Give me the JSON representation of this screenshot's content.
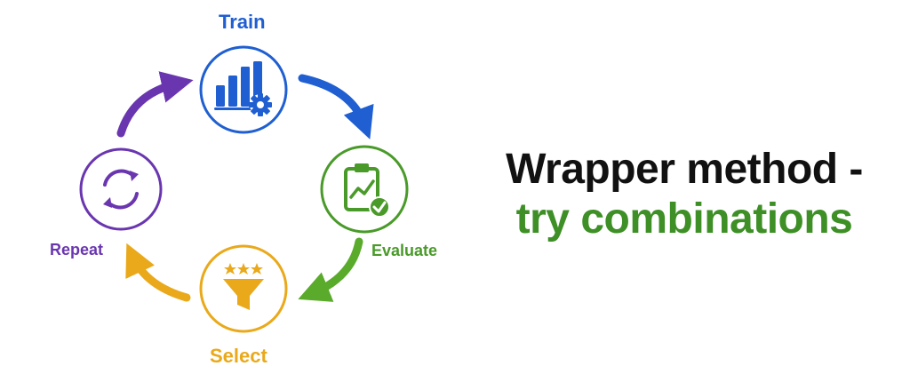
{
  "steps": {
    "train": {
      "label": "Train",
      "color": "#1f5fd1",
      "icon": "bar-chart-gear-icon"
    },
    "evaluate": {
      "label": "Evaluate",
      "color": "#4a9a2a",
      "icon": "clipboard-check-icon"
    },
    "select": {
      "label": "Select",
      "color": "#e9a91b",
      "icon": "funnel-stars-icon"
    },
    "repeat": {
      "label": "Repeat",
      "color": "#6a36b0",
      "icon": "refresh-arrows-icon"
    }
  },
  "heading": {
    "line1": "Wrapper method -",
    "line2": "try combinations",
    "line1_color": "#111111",
    "line2_color": "#3d8f26"
  }
}
